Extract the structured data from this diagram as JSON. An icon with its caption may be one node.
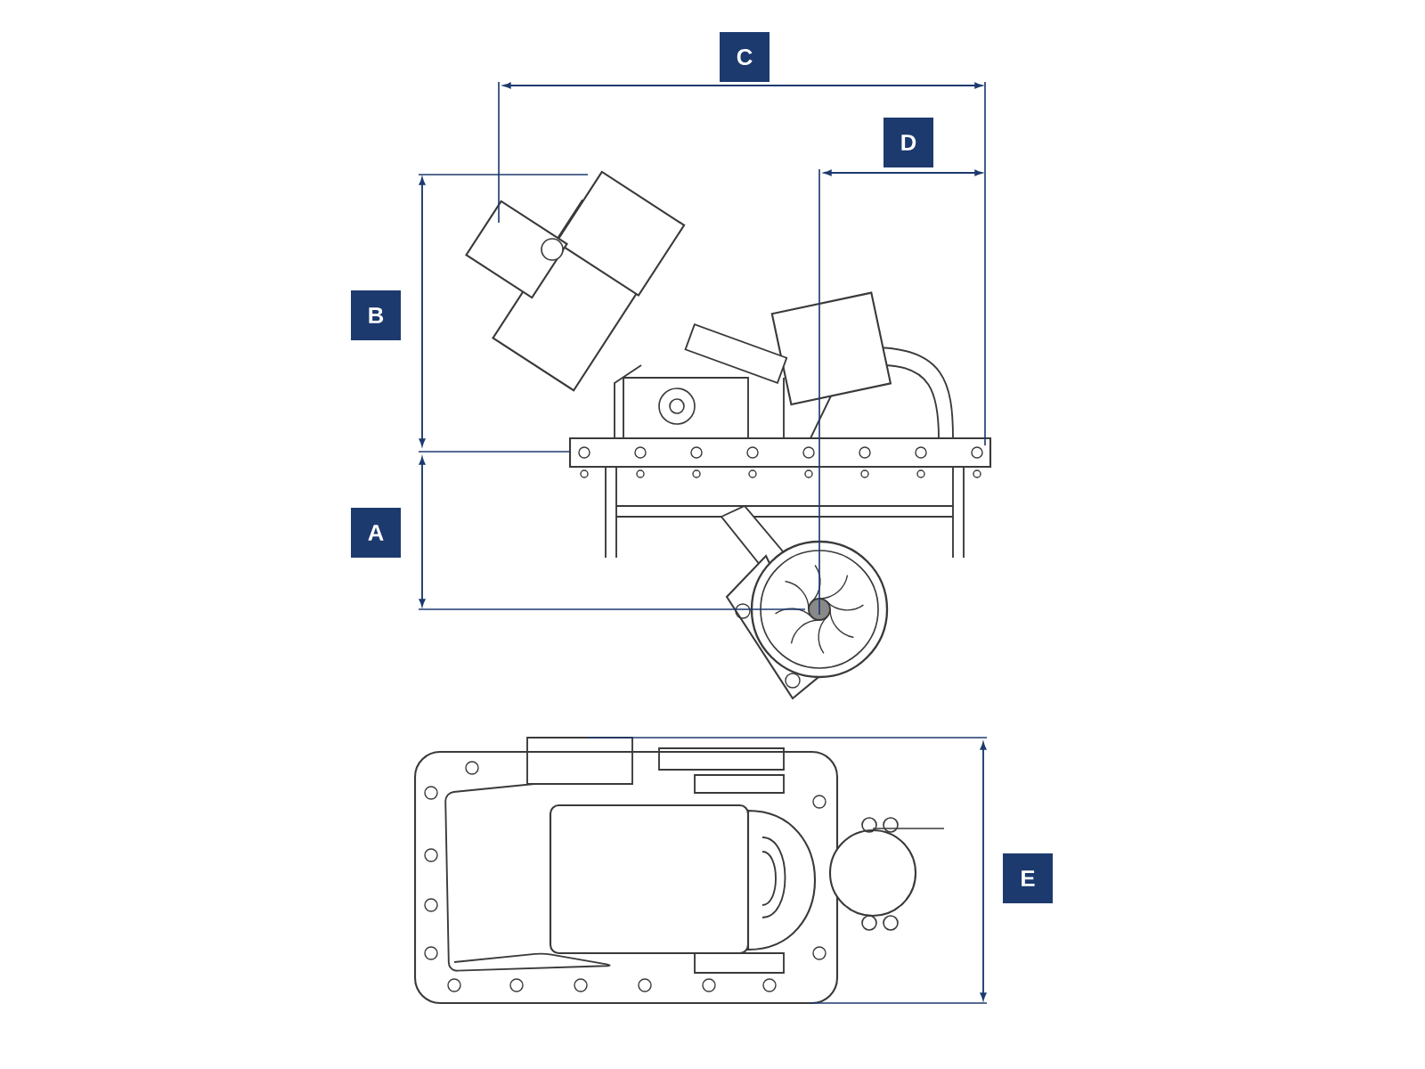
{
  "diagram": {
    "labels": [
      "C",
      "D",
      "B",
      "A",
      "E"
    ]
  }
}
